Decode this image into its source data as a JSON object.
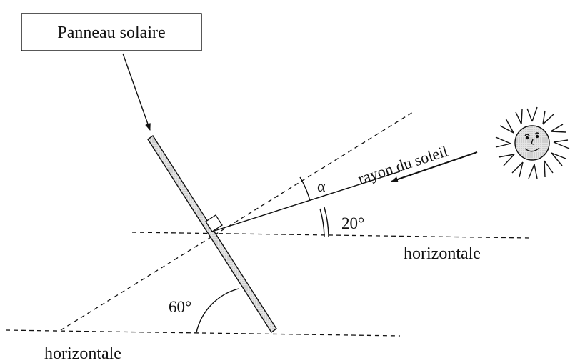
{
  "labels": {
    "panel_box": "Panneau solaire",
    "sun_ray": "rayon du soleil",
    "alpha": "α",
    "angle_sun": "20°",
    "horizontal_upper": "horizontale",
    "angle_panel": "60°",
    "horizontal_lower": "horizontale"
  },
  "angles_deg": {
    "sun_elevation": 20,
    "panel_tilt": 60
  },
  "icons": [
    "sun-icon",
    "right-angle-marker-icon"
  ]
}
